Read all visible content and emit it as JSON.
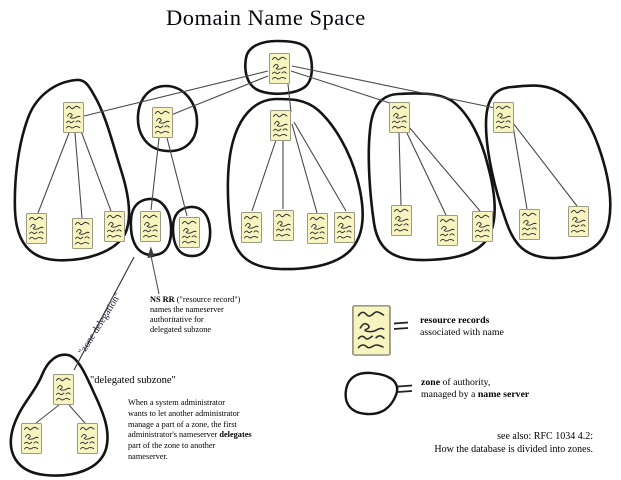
{
  "title": "Domain Name Space",
  "colors": {
    "node_fill": "#f8f4c0",
    "node_border": "#9a9a85",
    "zone_outline": "#141414",
    "edge": "#4a4a4a"
  },
  "labels": {
    "zone_delegation": "\"zone delegation\"",
    "delegated_subzone": "\"delegated subzone\""
  },
  "ns_note": {
    "bold": "NS RR",
    "rest": " (\"resource record\")",
    "line2": "names the nameserver",
    "line3": "authoritative for",
    "line4": "delegated subzone"
  },
  "delegation_note": {
    "line1": "When a system administrator",
    "line2": "wants to let another administrator",
    "line3": "manage a part of a zone, the first",
    "line4_pre": "administrator's nameserver ",
    "line4_bold": "delegates",
    "line5": "part of the zone to another",
    "line6": "nameserver."
  },
  "legend": {
    "rr_bold": "resource records",
    "rr_rest": "associated with name",
    "zone_bold": "zone",
    "zone_rest": " of authority,",
    "zone_line2_pre": "managed by a ",
    "zone_line2_bold": "name server",
    "see_also_line1": "see also: RFC 1034 4.2:",
    "see_also_line2": "How the database is divided into zones."
  }
}
